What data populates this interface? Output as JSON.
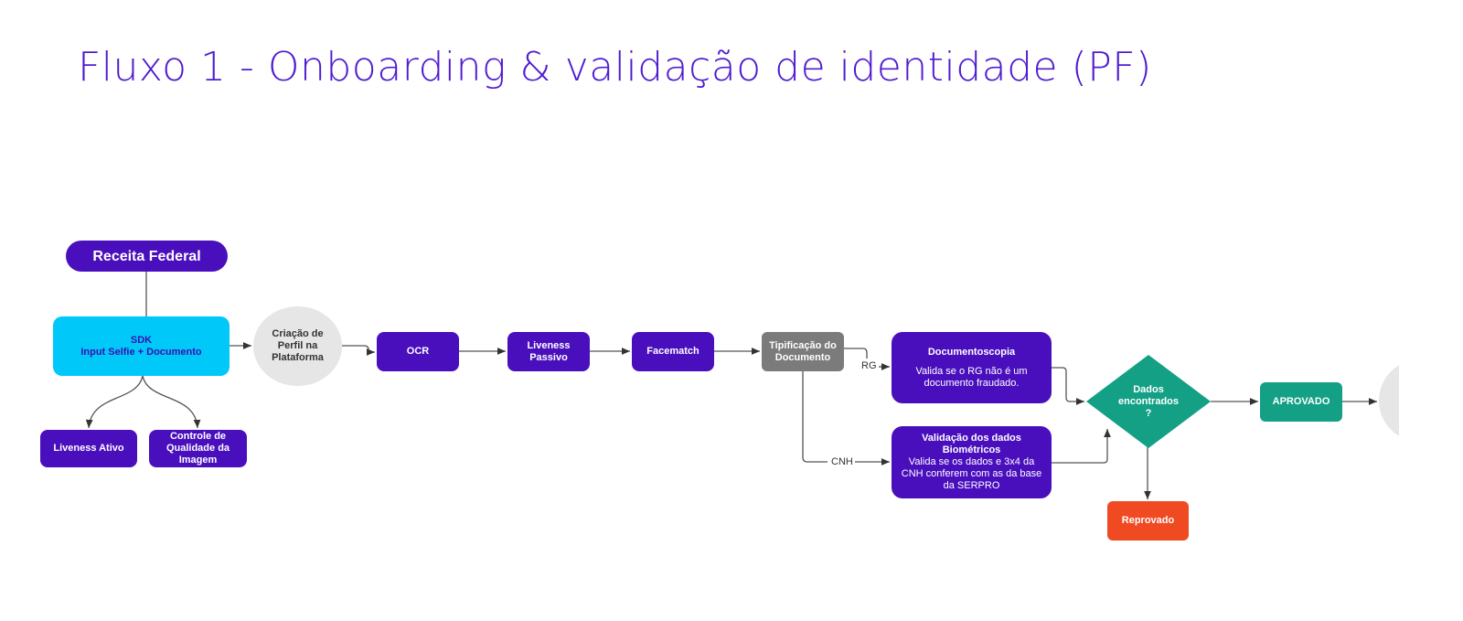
{
  "title": "Fluxo 1  - Onboarding & validação de identidade (PF)",
  "nodes": {
    "receita": "Receita Federal",
    "sdk_title": "SDK",
    "sdk_sub": "Input Selfie + Documento",
    "liveness_ativo": "Liveness Ativo",
    "controle": "Controle de Qualidade da Imagem",
    "criacao": "Criação de Perfil na Plataforma",
    "ocr": "OCR",
    "liveness_passivo": "Liveness Passivo",
    "facematch": "Facematch",
    "tipificacao": "Tipificação do Documento",
    "docscopia_title": "Documentoscopia",
    "docscopia_sub": "Valida se o RG não é um documento fraudado.",
    "validacao_title": "Validação dos dados Biométricos",
    "validacao_sub": "Valida se os dados e 3x4 da CNH conferem com as da base da SERPRO",
    "decision": "Dados encontrados ?",
    "aprovado": "APROVADO",
    "reprovado": "Reprovado"
  },
  "edge_labels": {
    "rg": "RG",
    "cnh": "CNH"
  },
  "colors": {
    "purple": "#4a0fbd",
    "cyan": "#00c8f8",
    "gray": "#7b7b7b",
    "teal": "#14a085",
    "red": "#f04a23",
    "title": "#4f1bd0"
  }
}
